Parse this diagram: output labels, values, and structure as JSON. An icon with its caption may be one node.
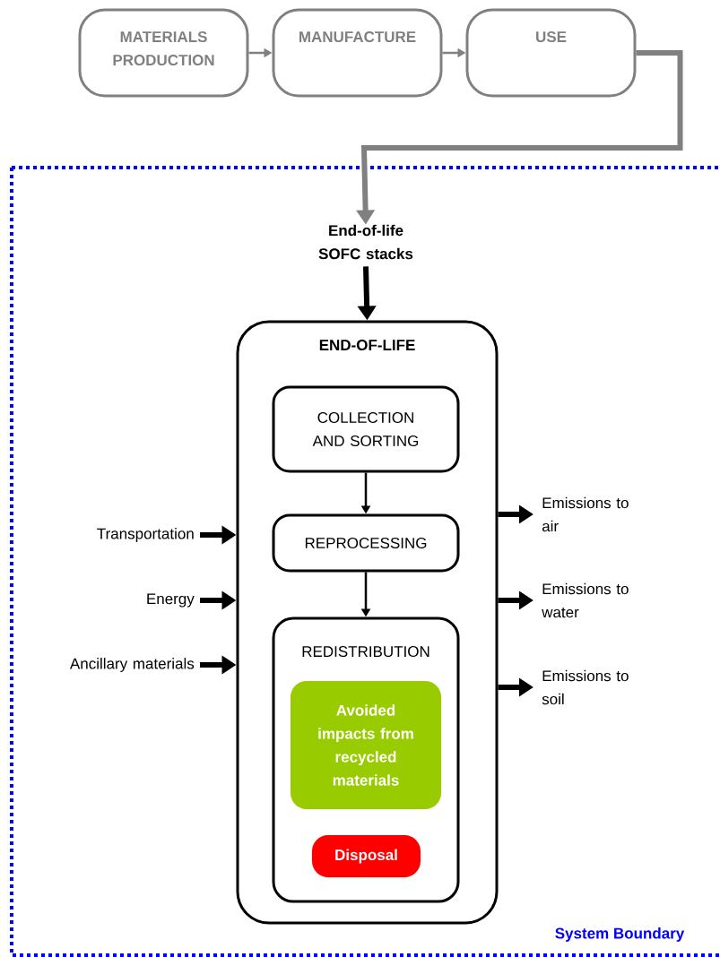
{
  "diagram": {
    "nodes": [
      {
        "text": [
          "MATERIALS PRODUCTION"
        ]
      },
      {
        "text": [
          "MANUFACTURE"
        ]
      },
      {
        "text": [
          "USE"
        ]
      },
      {
        "text": [
          "System Boundary"
        ]
      },
      {
        "text": [
          "End-of-life SOFC stacks"
        ],
        "in": 3
      },
      {
        "text": [
          "END-OF-LIFE"
        ],
        "in": 3
      },
      {
        "text": [
          "COLLECTION AND SORTING"
        ],
        "in": 5
      },
      {
        "text": [
          "REPROCESSING"
        ],
        "in": 5
      },
      {
        "text": [
          "REDISTRIBUTION"
        ],
        "in": 5
      },
      {
        "text": [
          "Avoided impacts from recycled materials"
        ],
        "in": 8
      },
      {
        "text": [
          "Disposal"
        ],
        "in": 8
      },
      {
        "text": [
          "Transportation"
        ],
        "in": 3
      },
      {
        "text": [
          "Energy"
        ],
        "in": 3
      },
      {
        "text": [
          "Ancillary materials"
        ],
        "in": 3
      },
      {
        "text": [
          "Emissions to air"
        ],
        "in": 3
      },
      {
        "text": [
          "Emissions to water"
        ],
        "in": 3
      },
      {
        "text": [
          "Emissions to soil"
        ],
        "in": 3
      }
    ],
    "edges": [
      {
        "from": 0,
        "to": 1,
        "arrow": "to",
        "color": "#808080"
      },
      {
        "from": 1,
        "to": 2,
        "arrow": "to",
        "color": "#808080"
      },
      {
        "from": 2,
        "to": 4,
        "arrow": "to",
        "color": "#808080"
      },
      {
        "from": 4,
        "to": 5,
        "arrow": "to"
      },
      {
        "from": 6,
        "to": 7,
        "arrow": "to"
      },
      {
        "from": 7,
        "to": 8,
        "arrow": "to"
      },
      {
        "from": 11,
        "to": 5,
        "arrow": "to"
      },
      {
        "from": 12,
        "to": 5,
        "arrow": "to"
      },
      {
        "from": 13,
        "to": 5,
        "arrow": "to"
      },
      {
        "from": 5,
        "to": 14,
        "arrow": "to"
      },
      {
        "from": 5,
        "to": 15,
        "arrow": "to"
      },
      {
        "from": 5,
        "to": 16,
        "arrow": "to"
      }
    ]
  }
}
